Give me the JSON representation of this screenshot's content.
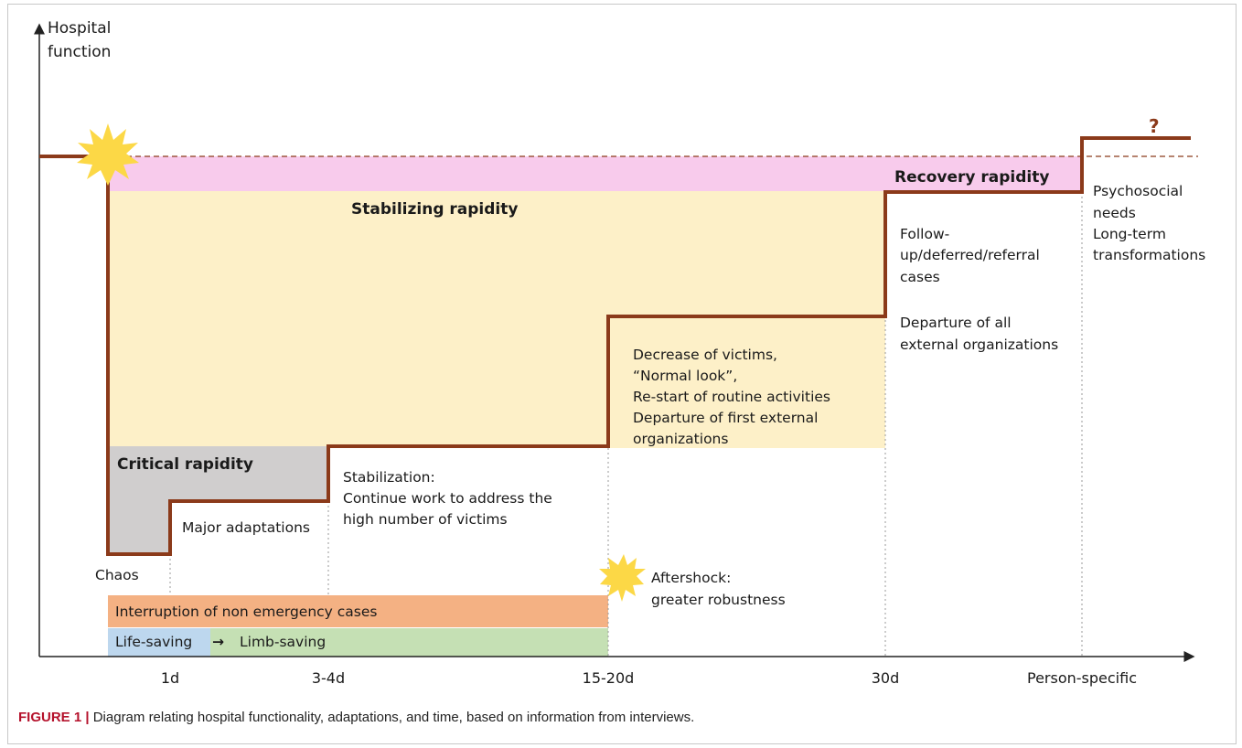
{
  "y_axis_label": [
    "Hospital",
    "function"
  ],
  "x_ticks": [
    "1d",
    "3-4d",
    "15-20d",
    "30d",
    "Person-specific"
  ],
  "regions": {
    "critical": "Critical rapidity",
    "stabilizing": "Stabilizing rapidity",
    "recovery": "Recovery rapidity"
  },
  "phases": {
    "chaos": "Chaos",
    "major": "Major adaptations",
    "stabilization": [
      "Stabilization:",
      "Continue work to address the",
      "high number of victims"
    ],
    "decrease": [
      "Decrease of victims,",
      "“Normal look”,",
      "Re-start of routine activities",
      "Departure of first external",
      "organizations"
    ],
    "followup": [
      "Follow-",
      "up/deferred/referral",
      "cases",
      "",
      "Departure of all",
      "external organizations"
    ],
    "psychosocial": [
      "Psychosocial",
      "needs",
      "Long-term",
      "transformations"
    ],
    "aftershock": [
      "Aftershock:",
      "greater robustness"
    ],
    "unknown": "?"
  },
  "bars": {
    "interruption": "Interruption of non emergency cases",
    "life_saving": "Life-saving",
    "arrow": "→",
    "limb_saving": "Limb-saving"
  },
  "colors": {
    "function_line": "#8b3a1a",
    "pink": "#f8cbec",
    "yellow": "#fdf0c8",
    "gray": "#d0cece",
    "orange": "#f4b183",
    "blue": "#bdd7ee",
    "green": "#c5e0b4",
    "star": "#fcd846"
  },
  "caption": {
    "figure": "FIGURE 1 |",
    "text": " Diagram relating hospital functionality, adaptations, and time, based on information from interviews."
  }
}
